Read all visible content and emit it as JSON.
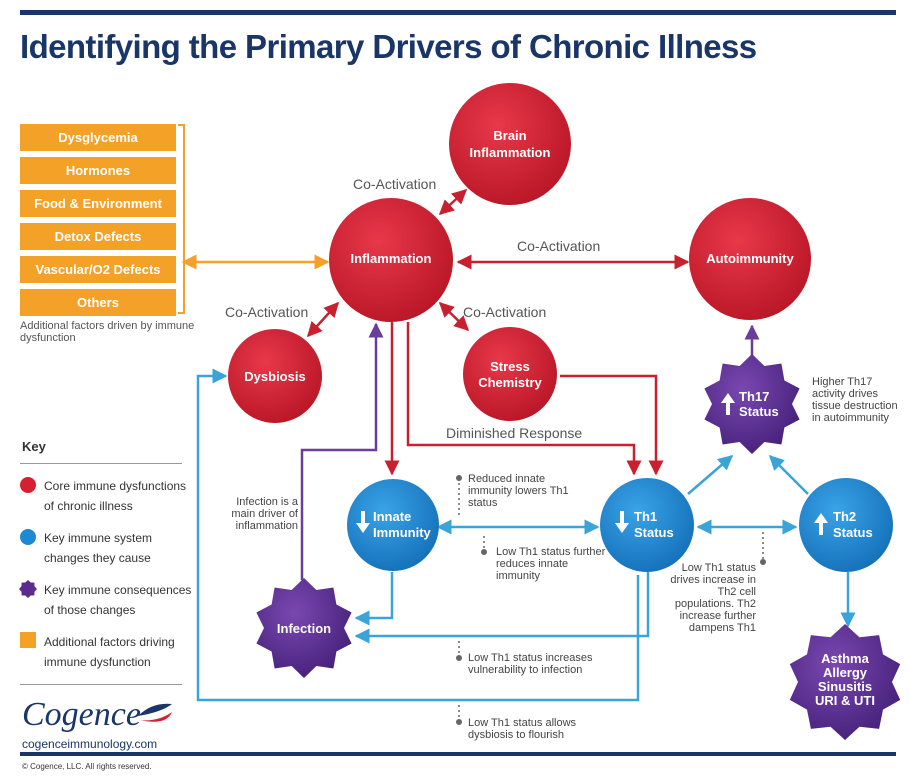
{
  "title": "Identifying the Primary Drivers of Chronic Illness",
  "factors": [
    "Dysglycemia",
    "Hormones",
    "Food & Environment",
    "Detox Defects",
    "Vascular/O2 Defects",
    "Others"
  ],
  "factors_note": "Additional factors driven by immune dysfunction",
  "nodes": {
    "brain_inflammation": "Brain Inflammation",
    "inflammation": "Inflammation",
    "autoimmunity": "Autoimmunity",
    "dysbiosis": "Dysbiosis",
    "stress_chemistry": "Stress Chemistry",
    "innate_immunity": "Innate Immunity",
    "th1_status": "Th1 Status",
    "th2_status": "Th2 Status",
    "th17_status": "Th17 Status",
    "infection": "Infection",
    "asthma": "Asthma Allergy Sinusitis URI & UTI"
  },
  "edge_labels": {
    "coact_brain": "Co-Activation",
    "coact_auto": "Co-Activation",
    "coact_dysbiosis": "Co-Activation",
    "coact_stress": "Co-Activation",
    "diminished": "Diminished Response"
  },
  "notes": {
    "th17": "Higher Th17 activity drives tissue destruction in autoimmunity",
    "infection_driver": "Infection is a main driver of inflammation",
    "reduced_innate": "Reduced innate immunity lowers Th1 status",
    "low_th1_innate": "Low Th1 status further reduces innate immunity",
    "low_th1_th2": "Low Th1 status drives increase in Th2 cell populations. Th2 increase further dampens Th1",
    "low_th1_infection": "Low Th1 status increases vulnerability to infection",
    "low_th1_dysbiosis": "Low Th1 status allows dysbiosis to flourish"
  },
  "key": {
    "title": "Key",
    "items": [
      "Core immune dysfunctions of chronic illness",
      "Key immune system changes they cause",
      "Key immune consequences of those changes",
      "Additional factors driving immune dysfunction"
    ]
  },
  "colors": {
    "core_red": "#d42030",
    "blue": "#1e88d3",
    "purple": "#5b2c8e",
    "orange": "#f4a128",
    "arrow_red": "#c8202f",
    "arrow_blue": "#3aa3d8",
    "arrow_purple": "#6a3d9a",
    "navy": "#1a3668"
  },
  "logo": {
    "name": "Cogence",
    "url": "cogenceimmunology.com"
  },
  "copyright": "© Cogence, LLC. All rights reserved."
}
